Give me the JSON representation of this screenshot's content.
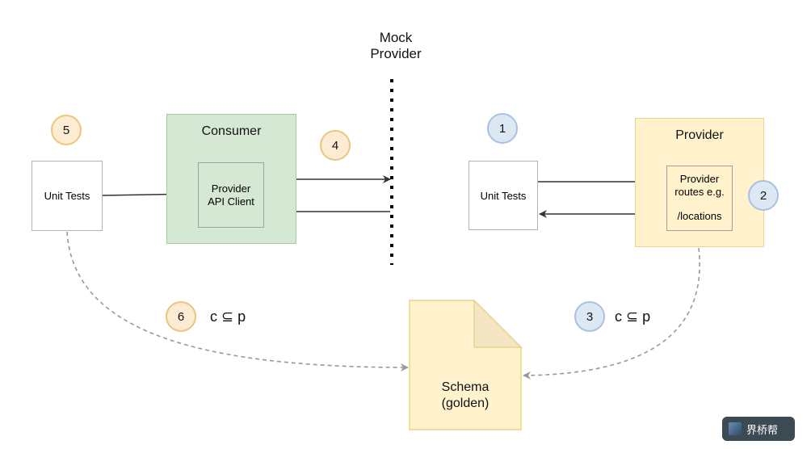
{
  "mock_provider": {
    "line1": "Mock",
    "line2": "Provider"
  },
  "consumer": {
    "title": "Consumer",
    "client_line1": "Provider",
    "client_line2": "API Client"
  },
  "provider": {
    "title": "Provider",
    "routes_line1": "Provider",
    "routes_line2": "routes e.g.",
    "routes_line3": "/locations"
  },
  "unit_tests_left": "Unit Tests",
  "unit_tests_right": "Unit Tests",
  "schema": {
    "line1": "Schema",
    "line2": "(golden)"
  },
  "badges": {
    "b1": "1",
    "b2": "2",
    "b3": "3",
    "b4": "4",
    "b5": "5",
    "b6": "6"
  },
  "relations": {
    "left": "c ⊆ p",
    "right": "c ⊆ p"
  },
  "watermark": "界桥帮",
  "colors": {
    "consumer_fill": "#d5e8d4",
    "provider_fill": "#fff2cc",
    "badge_orange": "#fdebd3",
    "badge_blue": "#dde8f5"
  }
}
